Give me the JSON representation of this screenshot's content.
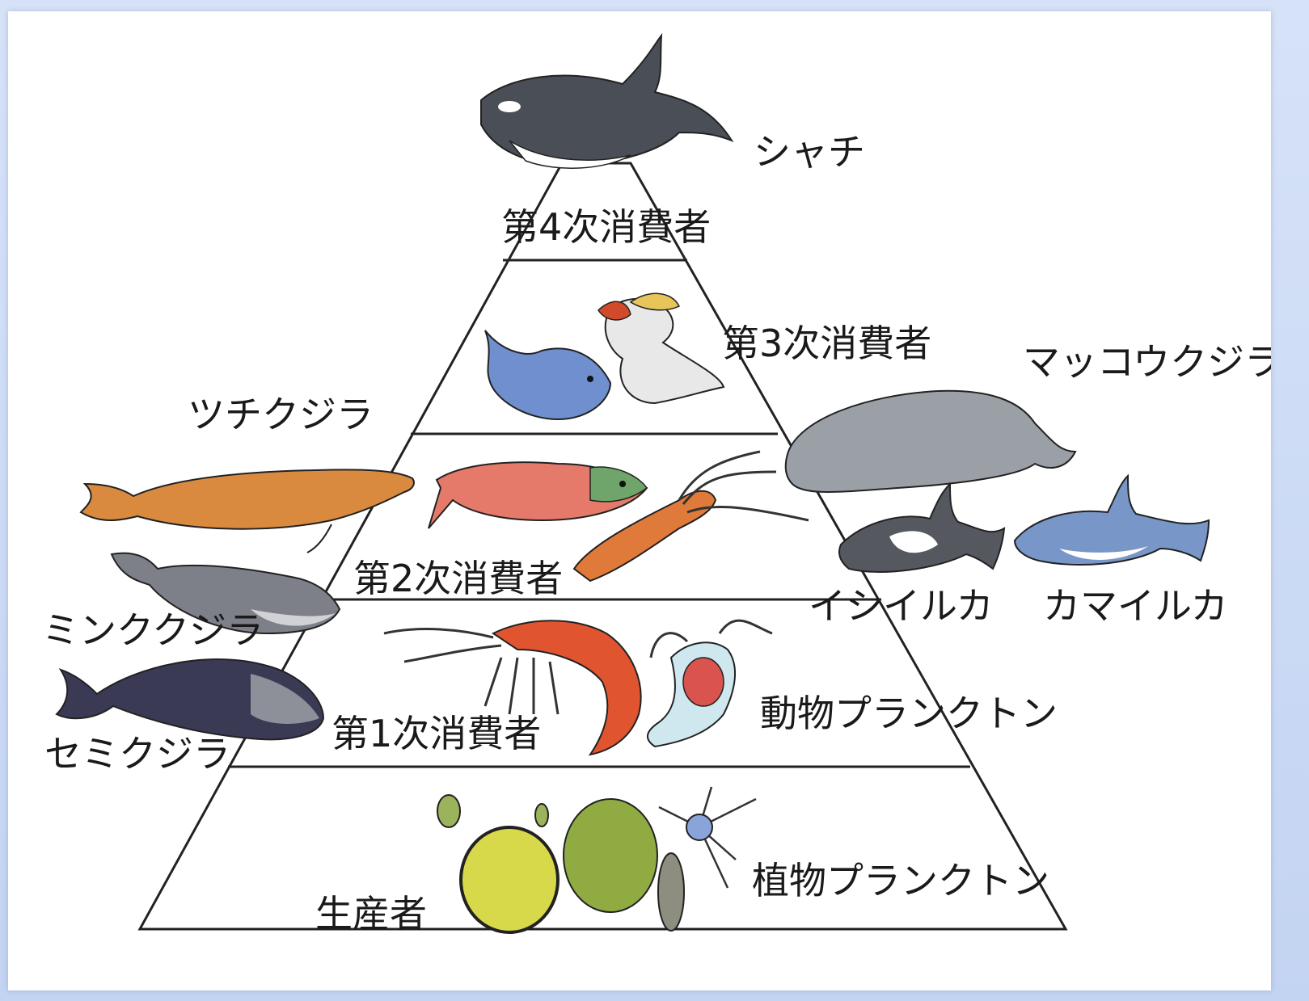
{
  "pyramid": {
    "tiers": [
      {
        "label": "第4次消費者"
      },
      {
        "label": "第3次消費者"
      },
      {
        "label": "第2次消費者"
      },
      {
        "label": "第1次消費者"
      },
      {
        "label": "生産者"
      }
    ]
  },
  "organisms": {
    "orca": "シャチ",
    "sperm_whale": "マッコウクジラ",
    "bairds_beaked_whale": "ツチクジラ",
    "dalls_porpoise": "イシイルカ",
    "white_sided_dolphin": "カマイルカ",
    "minke_whale": "ミンククジラ",
    "right_whale": "セミクジラ",
    "zooplankton": "動物プランクトン",
    "phytoplankton": "植物プランクトン"
  }
}
